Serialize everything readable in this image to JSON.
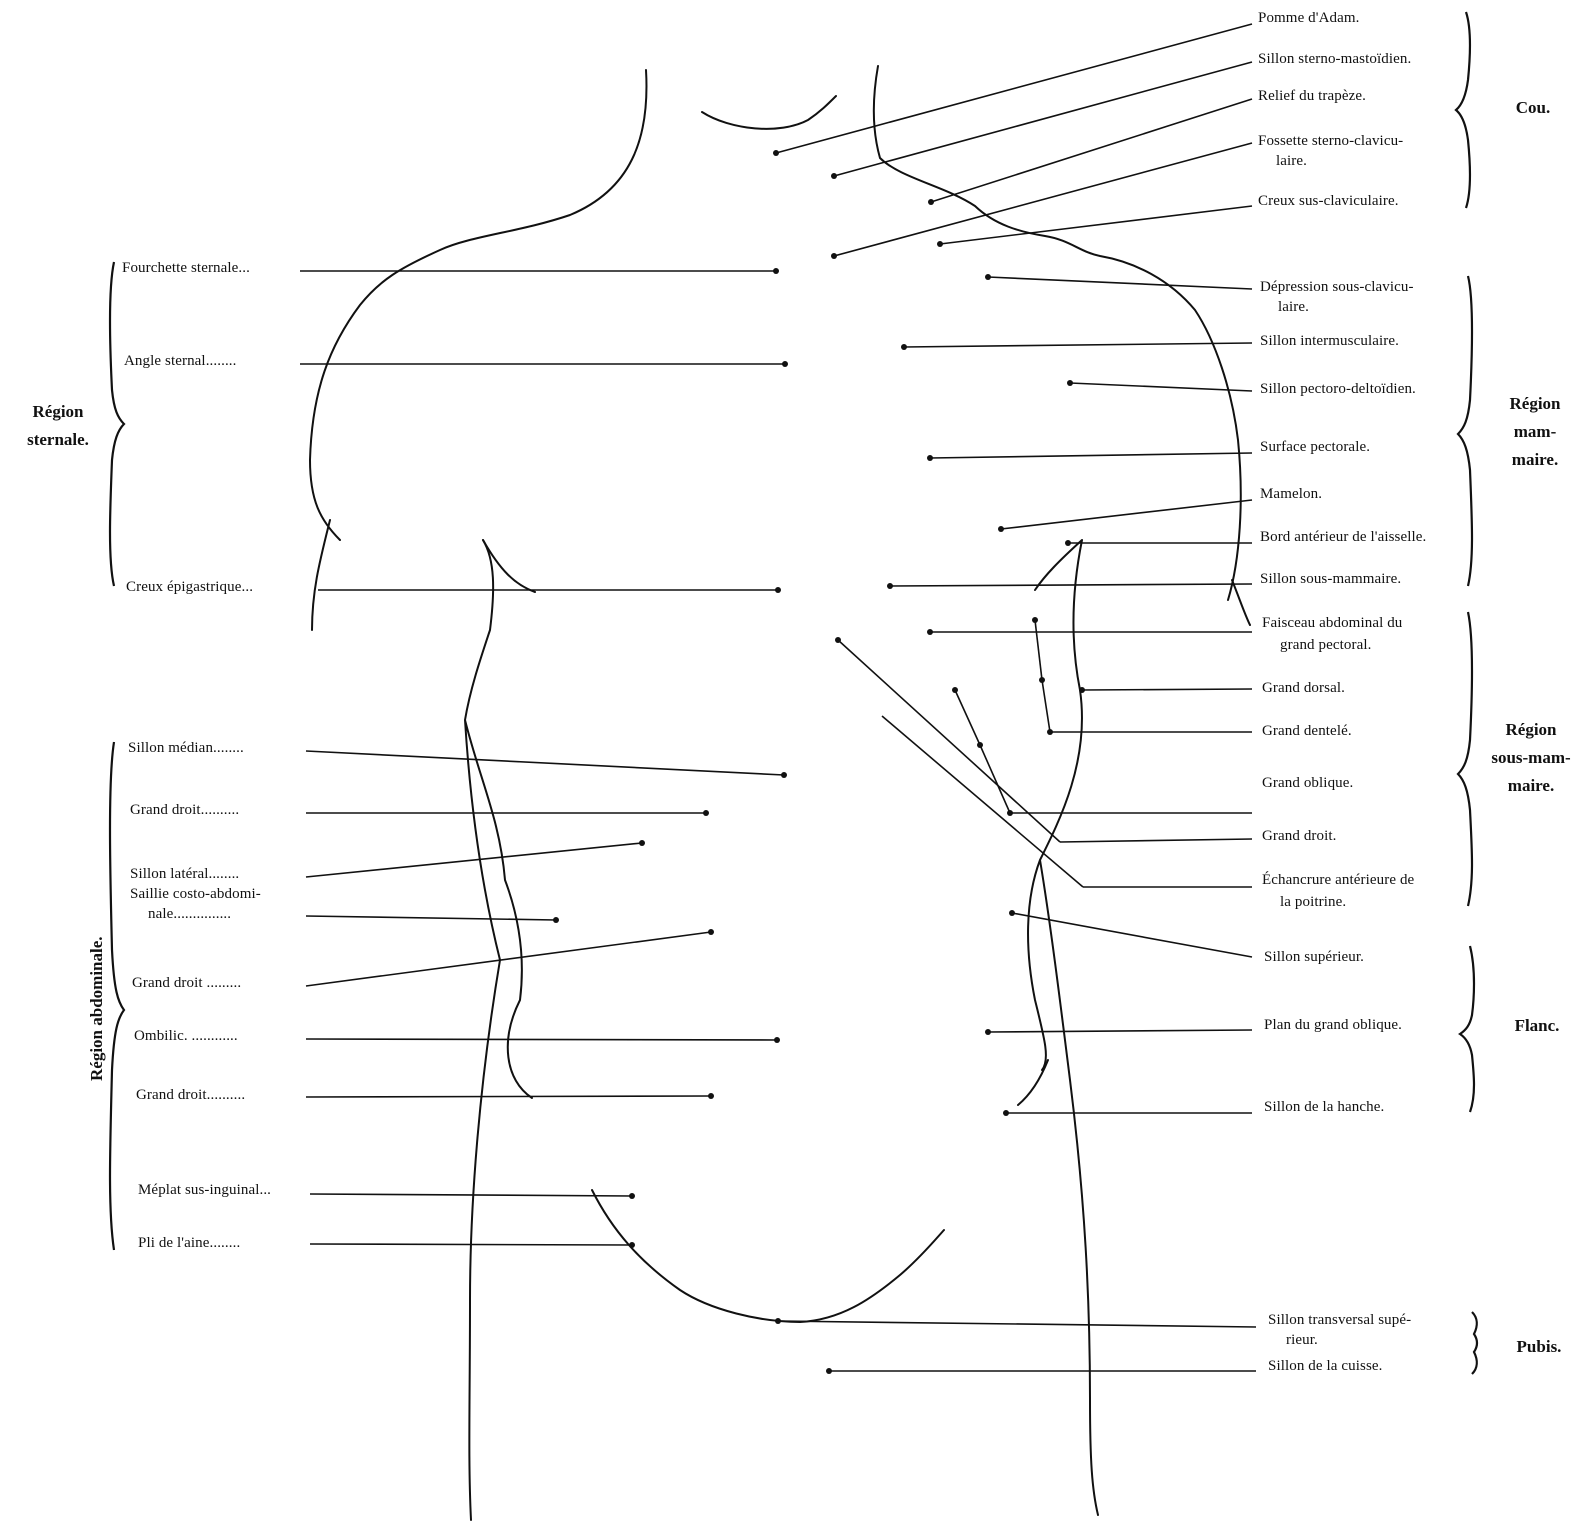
{
  "neck": {
    "region": "Cou.",
    "labels": [
      "Pomme d'Adam.",
      "Sillon sterno-mastoïdien.",
      "Relief du trapèze.",
      "Fossette sterno-clavicu-",
      "laire.",
      "Creux sus-claviculaire."
    ]
  },
  "mammary": {
    "region": [
      "Région",
      "mam-",
      "maire."
    ],
    "labels": [
      "Dépression sous-clavicu-",
      "laire.",
      "Sillon intermusculaire.",
      "Sillon pectoro-deltoïdien.",
      "Surface pectorale.",
      "Mamelon.",
      "Bord antérieur de l'aisselle.",
      "Sillon sous-mammaire."
    ]
  },
  "submammary": {
    "region": [
      "Région",
      "sous-mam-",
      "maire."
    ],
    "labels": [
      "Faisceau abdominal du",
      "grand pectoral.",
      "Grand dorsal.",
      "Grand dentelé.",
      "Grand oblique.",
      "Grand droit.",
      "Échancrure antérieure de",
      "la poitrine."
    ]
  },
  "flank": {
    "region": "Flanc.",
    "labels": [
      "Sillon supérieur.",
      "Plan du grand oblique.",
      "Sillon de la hanche."
    ]
  },
  "pubis": {
    "region": "Pubis.",
    "labels": [
      "Sillon transversal supé-",
      "rieur.",
      "Sillon de la cuisse."
    ]
  },
  "sternal": {
    "region": [
      "Région",
      "sternale."
    ],
    "labels": [
      "Fourchette sternale...",
      "Angle sternal........",
      "Creux épigastrique..."
    ]
  },
  "abdominal": {
    "region": "Région abdominale.",
    "labels": [
      "Sillon médian........",
      "Grand droit..........",
      "Sillon latéral........",
      "Saillie costo-abdomi-",
      "nale...............",
      "Grand droit .........",
      "Ombilic. ............",
      "Grand droit..........",
      "Méplat sus-inguinal...",
      "Pli de l'aine........"
    ]
  }
}
